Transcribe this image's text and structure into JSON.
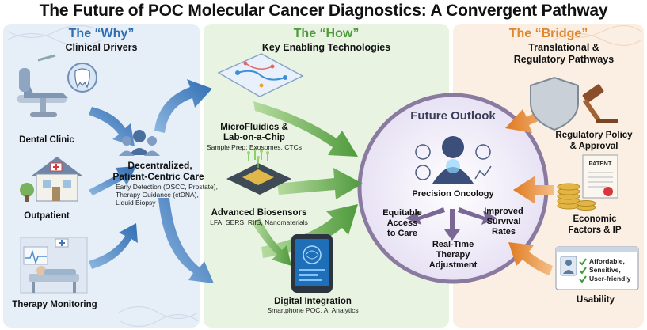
{
  "title": "The Future of POC Molecular Cancer Diagnostics: A Convergent Pathway",
  "why": {
    "heading": "The “Why”",
    "subheading": "Clinical Drivers",
    "settings": [
      "Dental Clinic",
      "Outpatient",
      "Therapy Monitoring"
    ],
    "hub_title_1": "Decentralized,",
    "hub_title_2": "Patient-Centric Care",
    "hub_details": [
      "Early Detection (OSCC, Prostate),",
      "Therapy Guidance (ctDNA),",
      "Liquid Biopsy"
    ]
  },
  "how": {
    "heading": "The “How”",
    "subheading": "Key Enabling Technologies",
    "tech": [
      {
        "title_1": "MicroFluidics &",
        "title_2": "Lab-on-a-Chip",
        "detail": "Sample Prep: Exosomes, CTCs"
      },
      {
        "title_1": "Advanced Biosensors",
        "title_2": "",
        "detail": "LFA, SERS, RIfS, Nanomaterials"
      },
      {
        "title_1": "Digital Integration",
        "title_2": "",
        "detail": "Smartphone POC, AI Analytics"
      }
    ]
  },
  "outlook": {
    "heading": "Future Outlook",
    "center": "Precision Oncology",
    "outcomes": [
      {
        "l1": "Equitable",
        "l2": "Access",
        "l3": "to Care"
      },
      {
        "l1": "Real-Time",
        "l2": "Therapy",
        "l3": "Adjustment"
      },
      {
        "l1": "Improved",
        "l2": "Survival",
        "l3": "Rates"
      }
    ]
  },
  "bridge": {
    "heading": "The “Bridge”",
    "subheading_1": "Translational &",
    "subheading_2": "Regulatory Pathways",
    "items": [
      {
        "l1": "Regulatory Policy",
        "l2": "& Approval"
      },
      {
        "l1": "Economic",
        "l2": "Factors & IP"
      },
      {
        "l1": "Usability",
        "l2": ""
      }
    ],
    "patent_label": "PATENT",
    "usability_checks": [
      "Affordable,",
      "Sensitive,",
      "User-friendly"
    ]
  },
  "colors": {
    "why_panel": "#e6eef8",
    "how_panel": "#e9f3e2",
    "bridge_panel": "#fbefe3",
    "why_heading": "#2f6db3",
    "how_heading": "#4f9a3c",
    "bridge_heading": "#e0862e",
    "blue_arrow": "#3a7cc0",
    "green_arrow": "#5fae46",
    "orange_arrow": "#e48a34",
    "circle_fill": "#ece6f6",
    "circle_ring": "#8a7aa0"
  }
}
